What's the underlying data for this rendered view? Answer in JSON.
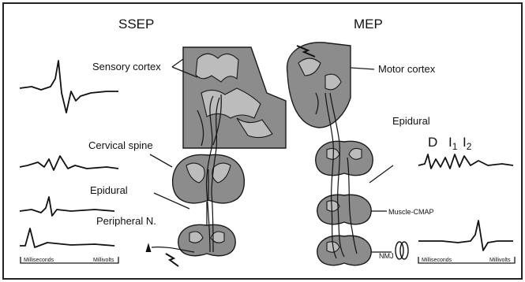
{
  "ssep": {
    "title": "SSEP",
    "sensory_cortex": "Sensory cortex",
    "cervical_spine": "Cervical spine",
    "epidural": "Epidural",
    "peripheral_n": "Peripheral N.",
    "scale_time": "Milliseconds",
    "scale_volt": "Millivolts"
  },
  "mep": {
    "title": "MEP",
    "motor_cortex": "Motor cortex",
    "epidural": "Epidural",
    "wave_d": "D",
    "wave_i": "I",
    "wave_i1_sub": "1",
    "wave_i2_sub": "2",
    "muscle_cmap": "Muscle-CMAP",
    "nmj": "NMJ",
    "scale_time": "Milliseconds",
    "scale_volt": "Millivolts"
  },
  "colors": {
    "tissue": "#8c8c8c",
    "frame": "#222222"
  }
}
